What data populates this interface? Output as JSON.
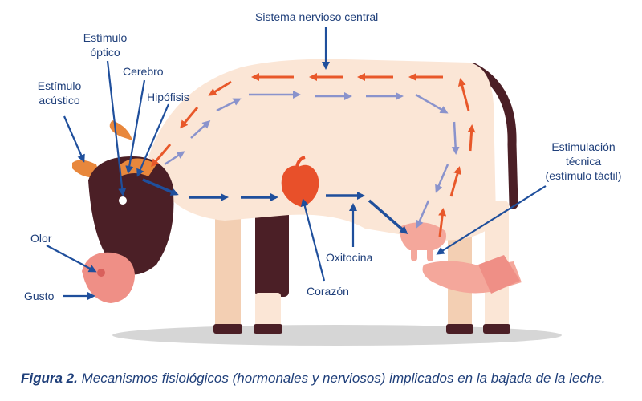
{
  "colors": {
    "body": "#fbe6d6",
    "body_shadow": "#f3cfb3",
    "dark": "#4b1f26",
    "muzzle": "#ef8f86",
    "horn": "#e8873c",
    "nerve_arrow": "#e8582a",
    "signal_arrow": "#8a93cc",
    "hormone_arrow": "#1f4f9c",
    "label": "#1f3f7a",
    "heart": "#e8502a",
    "hand": "#f4a79b",
    "ground": "#d6d6d6"
  },
  "labels": {
    "central_nervous_system": "Sistema nervioso central",
    "optic_stimulus_line1": "Estímulo",
    "optic_stimulus_line2": "óptico",
    "brain": "Cerebro",
    "acoustic_stimulus_line1": "Estímulo",
    "acoustic_stimulus_line2": "acústico",
    "pituitary": "Hipófisis",
    "smell": "Olor",
    "taste": "Gusto",
    "heart": "Corazón",
    "oxytocin": "Oxitocina",
    "technical_stimulation_line1": "Estimulación",
    "technical_stimulation_line2": "técnica",
    "technical_stimulation_line3": "(estímulo táctil)"
  },
  "caption": {
    "prefix": "Figura 2.",
    "text": " Mecanismos fisiológicos (hormonales y nerviosos) implicados en la bajada de la leche."
  }
}
